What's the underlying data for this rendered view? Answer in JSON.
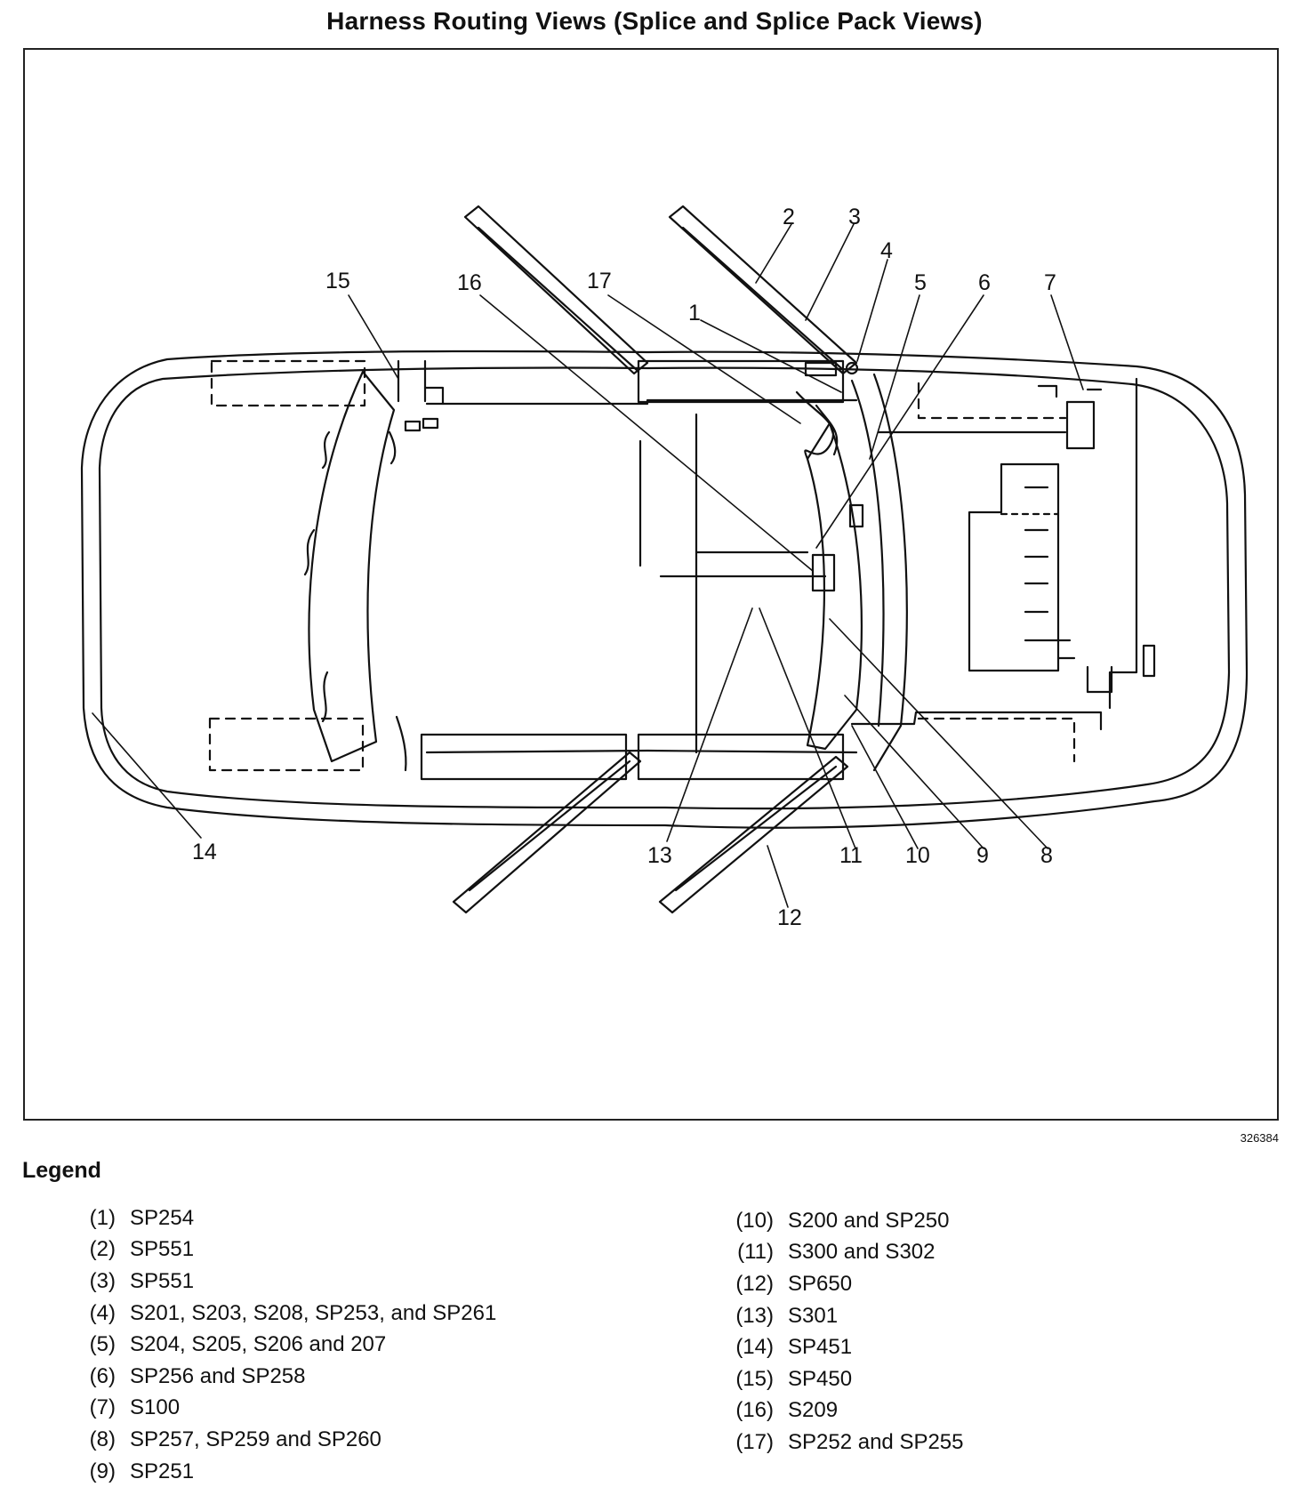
{
  "title": "Harness Routing Views (Splice and Splice Pack Views)",
  "figure_id": "326384",
  "legend_title": "Legend",
  "callouts": [
    "1",
    "2",
    "3",
    "4",
    "5",
    "6",
    "7",
    "8",
    "9",
    "10",
    "11",
    "12",
    "13",
    "14",
    "15",
    "16",
    "17"
  ],
  "legend": [
    {
      "num": "(1)",
      "text": "SP254"
    },
    {
      "num": "(2)",
      "text": "SP551"
    },
    {
      "num": "(3)",
      "text": "SP551"
    },
    {
      "num": "(4)",
      "text": "S201, S203, S208, SP253, and SP261"
    },
    {
      "num": "(5)",
      "text": "S204, S205, S206 and 207"
    },
    {
      "num": "(6)",
      "text": "SP256 and SP258"
    },
    {
      "num": "(7)",
      "text": "S100"
    },
    {
      "num": "(8)",
      "text": "SP257, SP259 and SP260"
    },
    {
      "num": "(9)",
      "text": "SP251"
    },
    {
      "num": "(10)",
      "text": "S200 and SP250"
    },
    {
      "num": "(11)",
      "text": "S300 and S302"
    },
    {
      "num": "(12)",
      "text": "SP650"
    },
    {
      "num": "(13)",
      "text": "S301"
    },
    {
      "num": "(14)",
      "text": "SP451"
    },
    {
      "num": "(15)",
      "text": "SP450"
    },
    {
      "num": "(16)",
      "text": "S209"
    },
    {
      "num": "(17)",
      "text": "SP252 and SP255"
    }
  ]
}
